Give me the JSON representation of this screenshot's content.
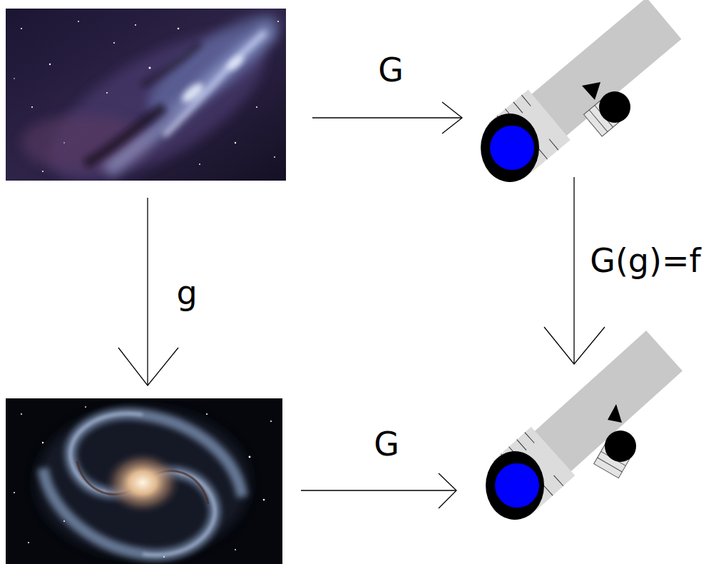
{
  "diagram": {
    "labels": [
      "G",
      "g",
      "G(g)=f",
      "G"
    ]
  }
}
